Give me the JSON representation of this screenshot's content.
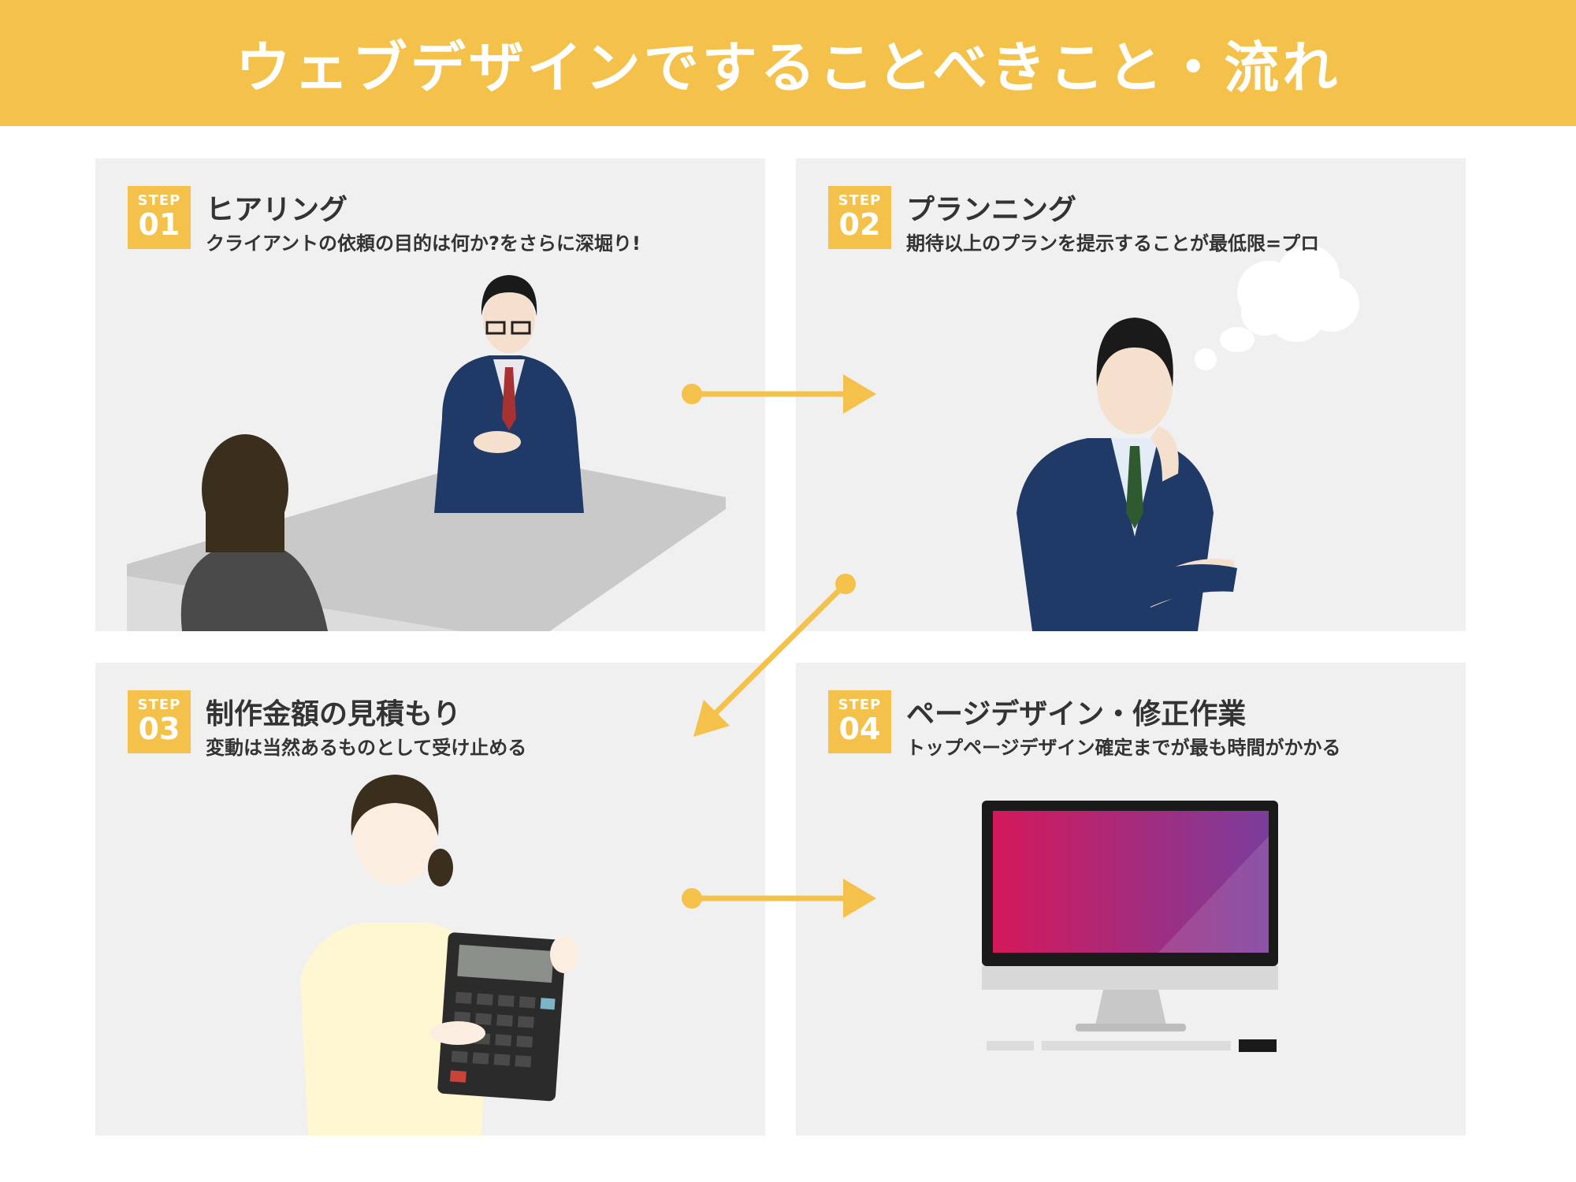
{
  "header": {
    "title": "ウェブデザインですることべきこと・流れ"
  },
  "steps": [
    {
      "badge": "STEP",
      "number": "01",
      "title": "ヒアリング",
      "subtitle": "クライアントの依頼の目的は何か?をさらに深堀り!"
    },
    {
      "badge": "STEP",
      "number": "02",
      "title": "プランニング",
      "subtitle": "期待以上のプランを提示することが最低限=プロ"
    },
    {
      "badge": "STEP",
      "number": "03",
      "title": "制作金額の見積もり",
      "subtitle": "変動は当然あるものとして受け止める"
    },
    {
      "badge": "STEP",
      "number": "04",
      "title": "ページデザイン・修正作業",
      "subtitle": "トップページデザイン確定までが最も時間がかかる"
    }
  ],
  "colors": {
    "accent": "#f4c24a",
    "panel": "#f0f0f0",
    "suit": "#1f3a66",
    "monitor_a": "#d4185a",
    "monitor_b": "#7a3d9c"
  }
}
